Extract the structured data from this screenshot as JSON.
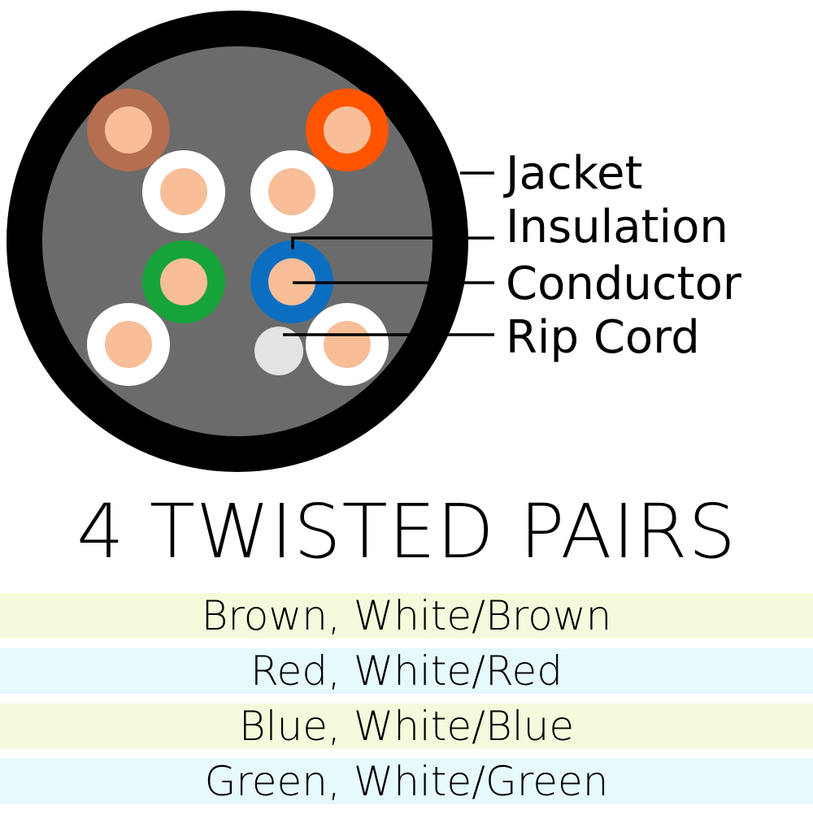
{
  "diagram": {
    "callouts": [
      {
        "id": "jacket",
        "label": "Jacket"
      },
      {
        "id": "insulation",
        "label": "Insulation"
      },
      {
        "id": "conductor",
        "label": "Conductor"
      },
      {
        "id": "rip-cord",
        "label": "Rip Cord"
      }
    ],
    "colors": {
      "jacket": "#000000",
      "filler": "#6b6b6b",
      "conductor": "#f7be98",
      "brown": "#b46e50",
      "orange_red": "#ff5500",
      "white": "#ffffff",
      "green": "#16a33a",
      "blue": "#0c6ec0",
      "rip_cord": "#e3e3e3"
    }
  },
  "title": "4 TWISTED PAIRS",
  "pairs": [
    {
      "text": "Brown, White/Brown",
      "color": "#f4fbdc"
    },
    {
      "text": "Red, White/Red",
      "color": "#e6f9fd"
    },
    {
      "text": "Blue, White/Blue",
      "color": "#f4fbdc"
    },
    {
      "text": "Green, White/Green",
      "color": "#e6f9fd"
    }
  ]
}
